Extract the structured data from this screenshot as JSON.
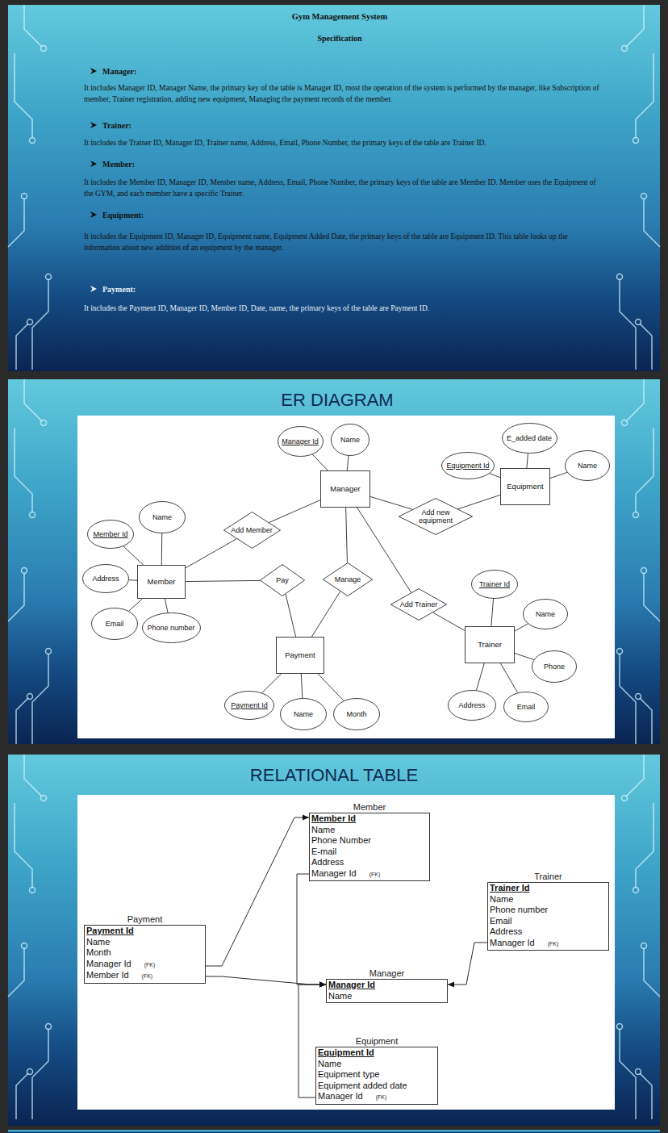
{
  "diagram": {
    "title": "Gym Management System",
    "nodes": [
      {
        "text": [
          "Manager Id"
        ]
      },
      {
        "text": [
          "Name"
        ]
      },
      {
        "text": [
          "E_added date"
        ]
      },
      {
        "text": [
          "Equipment Id"
        ]
      },
      {
        "text": [
          "Name"
        ]
      },
      {
        "text": [
          "Manager"
        ]
      },
      {
        "text": [
          "Equipment"
        ]
      },
      {
        "text": [
          "Name"
        ]
      },
      {
        "text": [
          "Add new equipment"
        ]
      },
      {
        "text": [
          "Add Member"
        ]
      },
      {
        "text": [
          "Member Id"
        ]
      },
      {
        "text": [
          "Address"
        ]
      },
      {
        "text": [
          "Member"
        ]
      },
      {
        "text": [
          "Pay"
        ]
      },
      {
        "text": [
          "Manage"
        ]
      },
      {
        "text": [
          "Trainer Id"
        ]
      },
      {
        "text": [
          "Add Trainer"
        ]
      },
      {
        "text": [
          "Name"
        ]
      },
      {
        "text": [
          "Email"
        ]
      },
      {
        "text": [
          "Phone number"
        ]
      },
      {
        "text": [
          "Trainer"
        ]
      },
      {
        "text": [
          "Payment"
        ]
      },
      {
        "text": [
          "Phone"
        ]
      },
      {
        "text": [
          "Payment Id"
        ]
      },
      {
        "text": [
          "Name"
        ]
      },
      {
        "text": [
          "Month"
        ]
      },
      {
        "text": [
          "Address"
        ]
      },
      {
        "text": [
          "Email"
        ]
      },
      {
        "text": [
          "Member",
          "Member Id",
          "Name",
          "Phone Number",
          "E-mail",
          "Address",
          "Manager Id",
          "(FK)"
        ]
      },
      {
        "text": [
          "Trainer",
          "Trainer Id",
          "Name",
          "Phone number",
          "Email",
          "Address",
          "Manager Id",
          "(FK)"
        ]
      },
      {
        "text": [
          "Payment",
          "Payment Id",
          "Name",
          "Month",
          "Manager Id",
          "(FK)",
          "Member Id",
          "(FK)"
        ]
      },
      {
        "text": [
          "Manager",
          "Manager Id",
          "Name"
        ]
      },
      {
        "text": [
          "Equipment",
          "Equipment Id",
          "Name",
          "Equipment type",
          "Equipment added date",
          "Manager Id",
          "(FK)"
        ]
      }
    ],
    "edges": [
      {
        "from": 0,
        "to": 5,
        "arrow": "none"
      },
      {
        "from": 1,
        "to": 5,
        "arrow": "none"
      },
      {
        "from": 3,
        "to": 6,
        "arrow": "none"
      },
      {
        "from": 2,
        "to": 6,
        "arrow": "none"
      },
      {
        "from": 4,
        "to": 6,
        "arrow": "none"
      },
      {
        "from": 5,
        "to": 9,
        "arrow": "none"
      },
      {
        "from": 9,
        "to": 12,
        "arrow": "none"
      },
      {
        "from": 5,
        "to": 8,
        "arrow": "none"
      },
      {
        "from": 8,
        "to": 6,
        "arrow": "none"
      },
      {
        "from": 5,
        "to": 14,
        "arrow": "none"
      },
      {
        "from": 14,
        "to": 21,
        "arrow": "none"
      },
      {
        "from": 5,
        "to": 16,
        "arrow": "none"
      },
      {
        "from": 16,
        "to": 20,
        "arrow": "none"
      },
      {
        "from": 12,
        "to": 13,
        "arrow": "none"
      },
      {
        "from": 13,
        "to": 21,
        "arrow": "none"
      },
      {
        "from": 10,
        "to": 12,
        "arrow": "none"
      },
      {
        "from": 7,
        "to": 12,
        "arrow": "none"
      },
      {
        "from": 11,
        "to": 12,
        "arrow": "none"
      },
      {
        "from": 18,
        "to": 12,
        "arrow": "none"
      },
      {
        "from": 19,
        "to": 12,
        "arrow": "none"
      },
      {
        "from": 15,
        "to": 20,
        "arrow": "none"
      },
      {
        "from": 17,
        "to": 20,
        "arrow": "none"
      },
      {
        "from": 22,
        "to": 20,
        "arrow": "none"
      },
      {
        "from": 26,
        "to": 20,
        "arrow": "none"
      },
      {
        "from": 27,
        "to": 20,
        "arrow": "none"
      },
      {
        "from": 23,
        "to": 21,
        "arrow": "none"
      },
      {
        "from": 24,
        "to": 21,
        "arrow": "none"
      },
      {
        "from": 25,
        "to": 21,
        "arrow": "none"
      },
      {
        "from": 30,
        "to": 28,
        "arrow": "to"
      },
      {
        "from": 30,
        "to": 31,
        "arrow": "to"
      },
      {
        "from": 28,
        "to": 31,
        "arrow": "to"
      },
      {
        "from": 32,
        "to": 31,
        "arrow": "to"
      },
      {
        "from": 29,
        "to": 31,
        "arrow": "to"
      }
    ],
    "labels": [
      "Specification",
      "Manager:",
      "It includes Manager ID, Manager Name, the primary key of the table is Manager ID, most the operation of the system is performed by the manager, like Subscription of member, Trainer registration, adding new equipment, Managing the payment records of the member.",
      "Trainer:",
      "It includes the Trainer ID, Manager ID, Trainer name, Address, Email, Phone Number, the primary keys of the table are Trainer ID.",
      "Member:",
      "It includes the Member ID, Manager ID, Member name, Address, Email, Phone Number, the primary keys of the table are Member ID. Member uses the Equipment of the GYM, and each member have a specific Trainer.",
      "Equipment:",
      "It includes the Equipment ID, Manager ID, Equipment name, Equipment Added Date, the primary keys of the table are Equipment ID. This table looks up the information about new addition of an equipment by the manager.",
      "Payment:",
      "It includes the Payment ID, Manager ID, Member ID, Date, name, the primary keys of the table are Payment ID.",
      "ER DIAGRAM",
      "RELATIONAL TABLE"
    ]
  }
}
